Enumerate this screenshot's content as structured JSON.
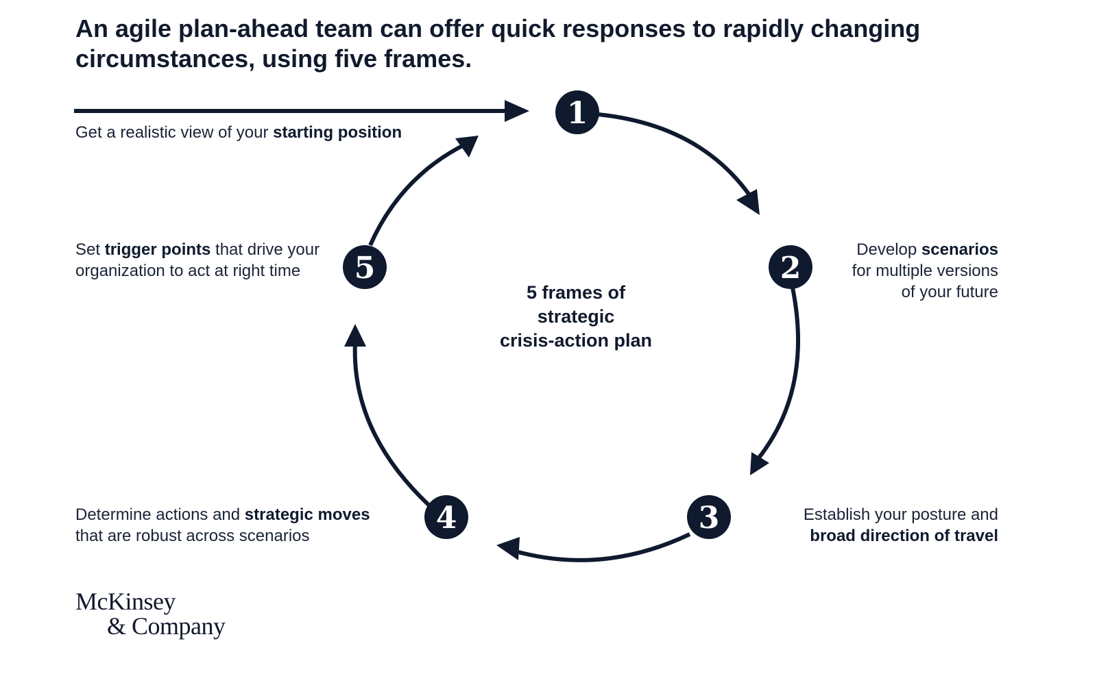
{
  "title": "An agile plan-ahead team can offer quick responses to rapidly changing circumstances, using five frames.",
  "center_label": {
    "line1": "5 frames of",
    "line2": "strategic",
    "line3": "crisis-action plan"
  },
  "frames": [
    {
      "number": "1",
      "pre": "Get a realistic view of your ",
      "bold": "starting position",
      "post": ""
    },
    {
      "number": "2",
      "line1_pre": "Develop ",
      "line1_bold": "scenarios",
      "line2": "for multiple versions",
      "line3": "of your future"
    },
    {
      "number": "3",
      "line1": "Establish your posture and",
      "line2_bold": "broad direction of travel"
    },
    {
      "number": "4",
      "line1_pre": "Determine actions and ",
      "line1_bold": "strategic moves",
      "line2": "that are robust across scenarios"
    },
    {
      "number": "5",
      "line1_pre": "Set ",
      "line1_bold": "trigger points",
      "line1_post": " that drive your",
      "line2": "organization to act at right time"
    }
  ],
  "logo": {
    "line1": "McKinsey",
    "line2": "& Company"
  },
  "colors": {
    "ink": "#0f1a2e",
    "background": "#ffffff"
  }
}
